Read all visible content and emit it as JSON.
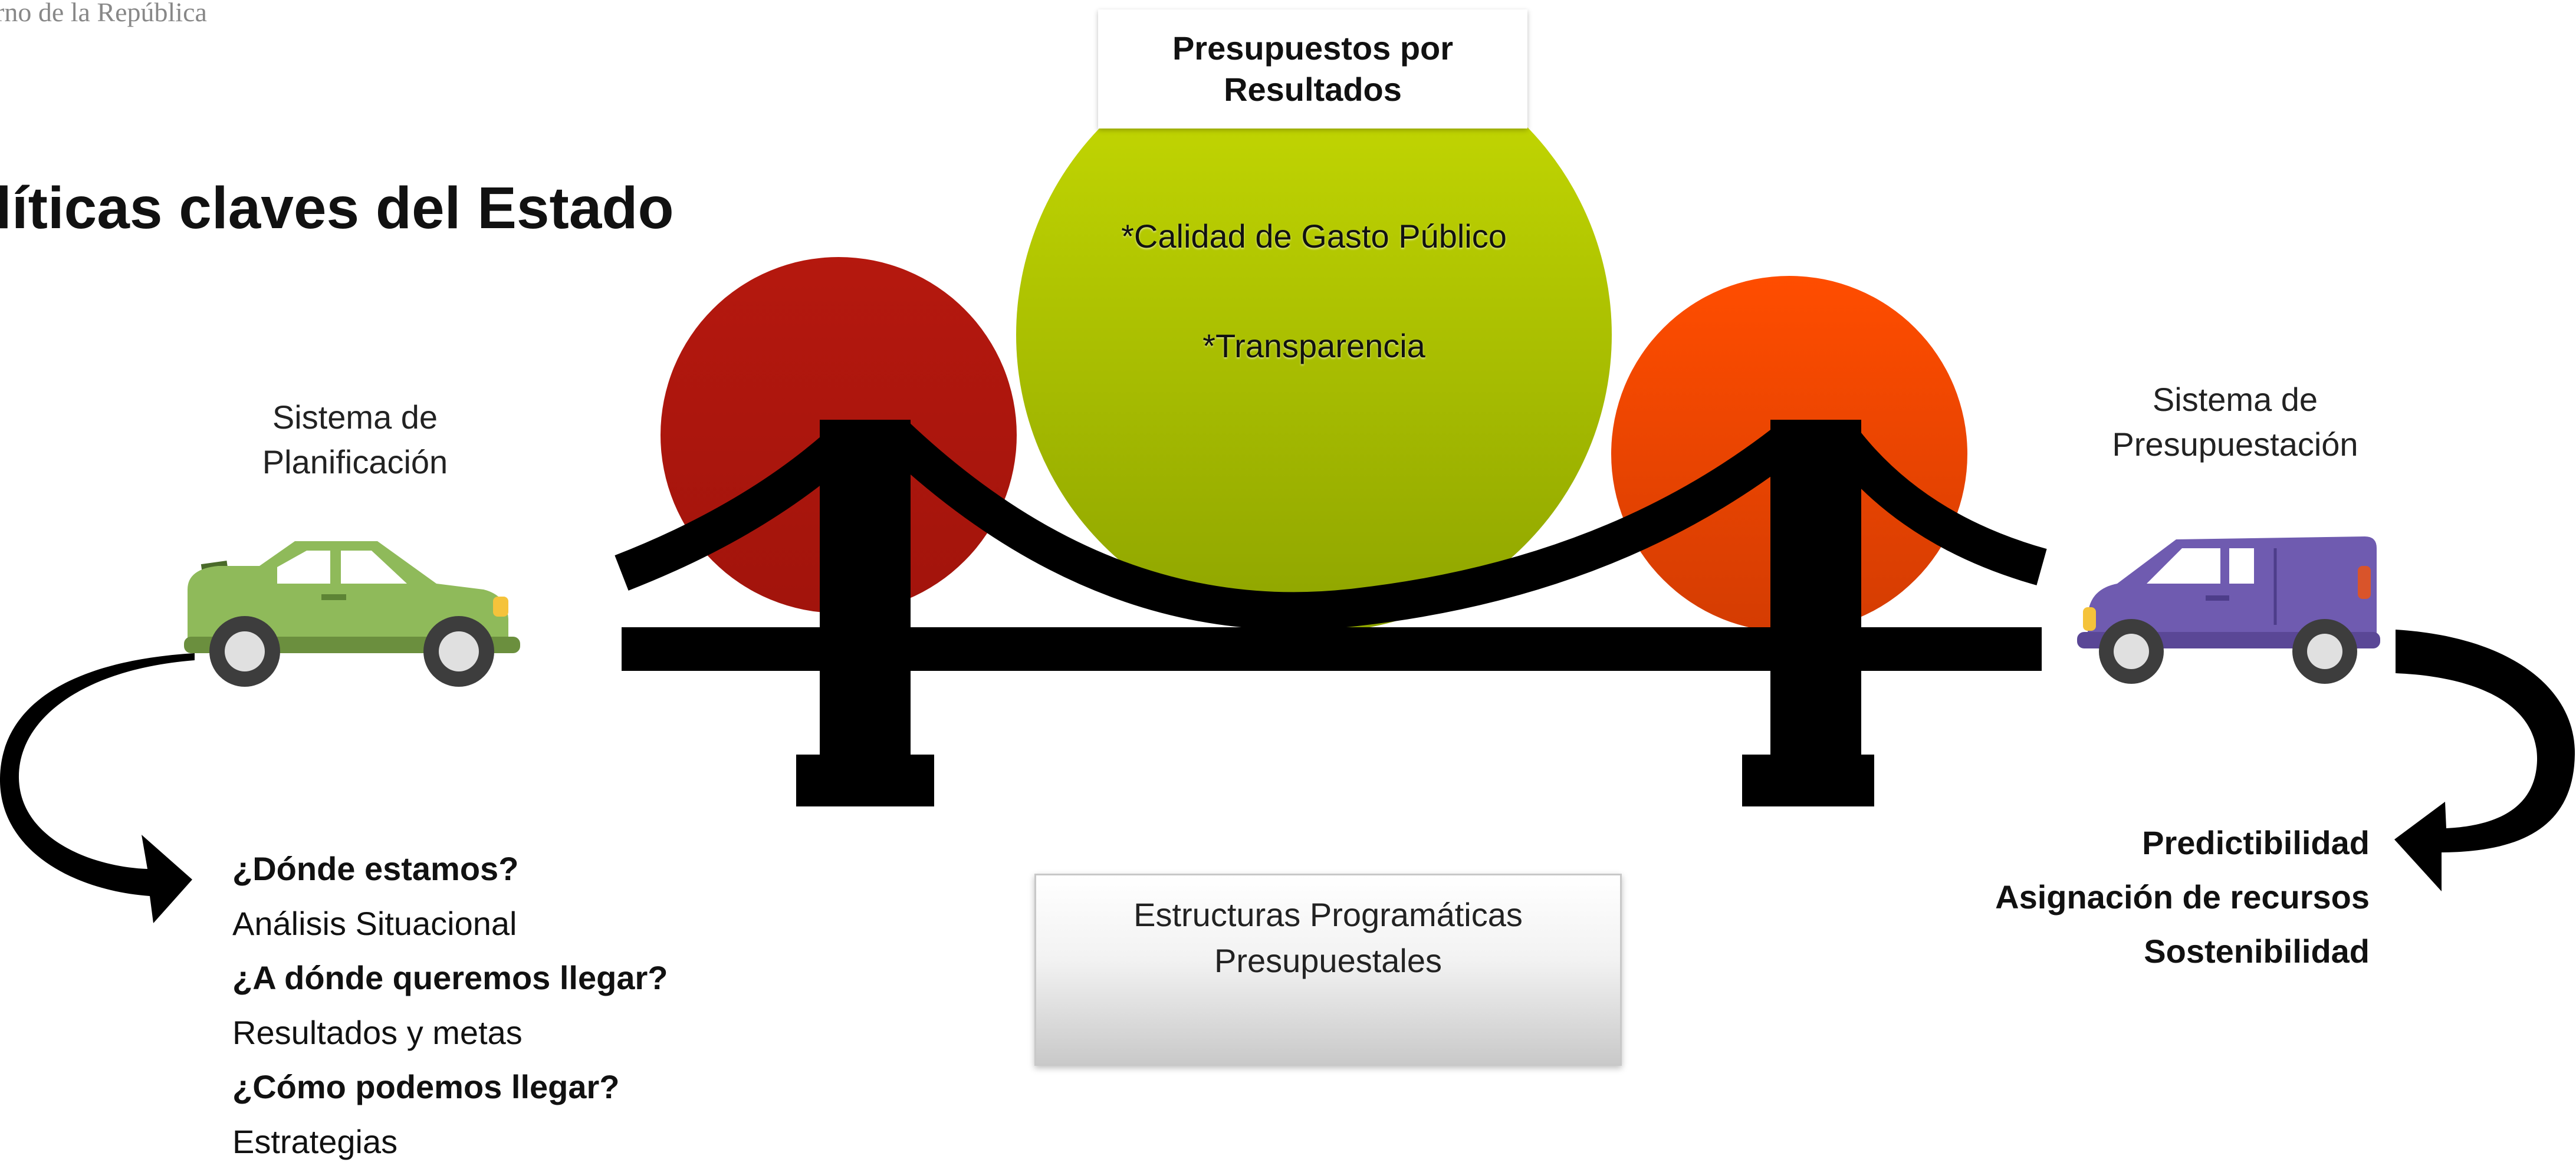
{
  "header": {
    "org_text": "rno de la República"
  },
  "page": {
    "title": "líticas claves del Estado"
  },
  "center": {
    "box_title_lines": [
      "Presupuestos por",
      "Resultados"
    ],
    "items": [
      "*Calidad de Gasto Público",
      "*Transparencia"
    ]
  },
  "left_system": {
    "label_lines": [
      "Sistema de",
      "Planificación"
    ]
  },
  "right_system": {
    "label_lines": [
      "Sistema de",
      "Presupuestación"
    ]
  },
  "bottom_box": {
    "lines": [
      "Estructuras Programáticas",
      "Presupuestales"
    ]
  },
  "left_list": [
    {
      "text": "¿Dónde estamos?",
      "bold": true
    },
    {
      "text": "Análisis Situacional",
      "bold": false
    },
    {
      "text": "¿A dónde queremos llegar?",
      "bold": true
    },
    {
      "text": "Resultados y metas",
      "bold": false
    },
    {
      "text": "¿Cómo podemos llegar?",
      "bold": true
    },
    {
      "text": "Estrategias",
      "bold": false
    }
  ],
  "right_list": [
    "Predictibilidad",
    "Asignación de recursos",
    "Sostenibilidad"
  ],
  "colors": {
    "red_circle": "#b5180e",
    "green_circle": "#b7cf06",
    "orange_circle": "#ff4a00",
    "bridge": "#000000",
    "car": "#8fba5a",
    "van": "#6f5bb0"
  }
}
